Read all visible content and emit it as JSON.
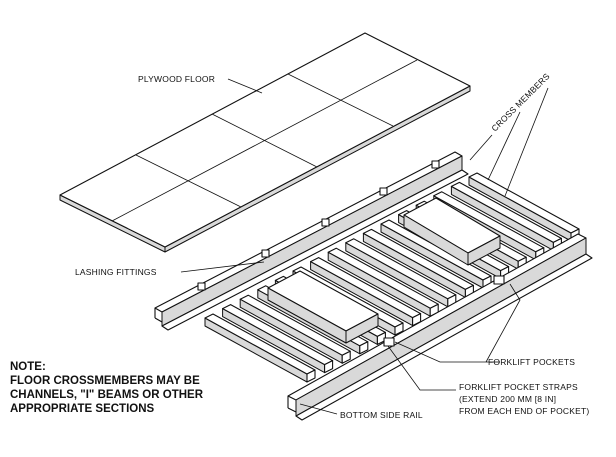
{
  "labels": {
    "plywood_floor": "PLYWOOD FLOOR",
    "cross_members": "CROSS MEMBERS",
    "lashing_fittings": "LASHING FITTINGS",
    "forklift_pockets": "FORKLIFT POCKETS",
    "forklift_pocket_straps": [
      "FORKLIFT POCKET STRAPS",
      "(EXTEND 200 MM [8 IN]",
      "FROM EACH END OF POCKET)"
    ],
    "bottom_side_rail": "BOTTOM SIDE RAIL"
  },
  "note": {
    "lines": [
      "NOTE:",
      "FLOOR CROSSMEMBERS MAY BE",
      "CHANNELS, \"I\" BEAMS OR OTHER",
      "APPROPRIATE SECTIONS"
    ]
  }
}
